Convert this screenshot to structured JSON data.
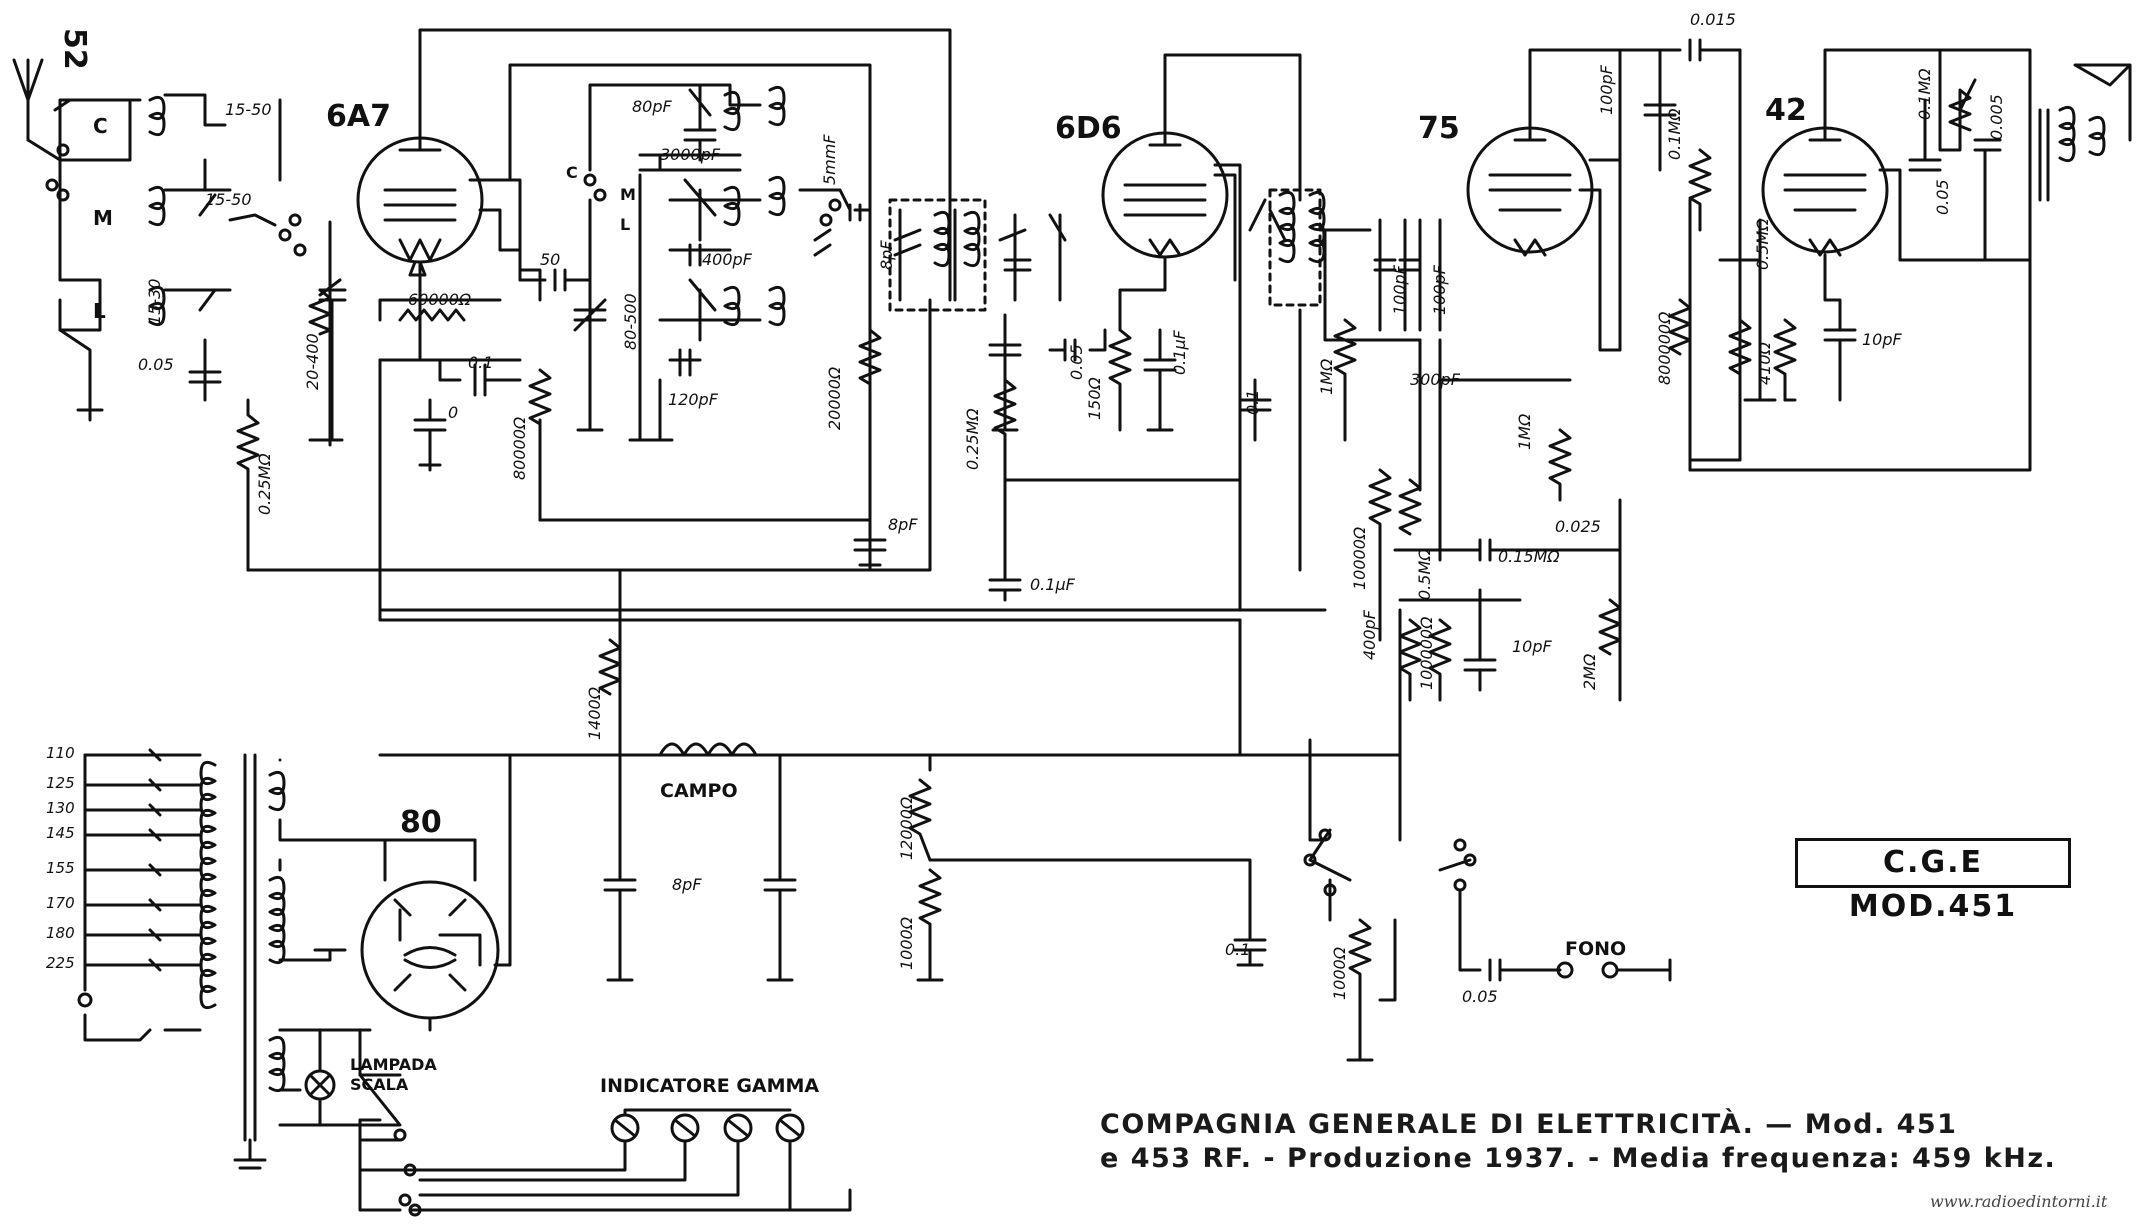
{
  "page_number": "52",
  "tubes": [
    {
      "id": "converter",
      "label": "6A7"
    },
    {
      "id": "if-amp",
      "label": "6D6"
    },
    {
      "id": "detector",
      "label": "75"
    },
    {
      "id": "output",
      "label": "42"
    },
    {
      "id": "rectifier",
      "label": "80"
    }
  ],
  "labels": {
    "campo": "CAMPO",
    "fono": "FONO",
    "lampada_1": "LAMPADA",
    "lampada_2": "SCALA",
    "indicatore": "INDICATORE GAMMA",
    "coil_c": "C",
    "coil_m": "M",
    "coil_l": "L",
    "osc_c": "C",
    "osc_m": "M",
    "osc_l": "L"
  },
  "component_values": {
    "trim_1": "15-50",
    "trim_2": "15-50",
    "trim_3": "15-30",
    "c_005_ant": "0.05",
    "r_025": "0.25MΩ",
    "c_var_1": "20-400",
    "r_60000": "60000Ω",
    "c_01a": "0.1",
    "c_0": "0",
    "r_50": "50",
    "r_80000": "80000Ω",
    "c_80pf": "80pF",
    "c_3000pf": "3000pF",
    "c_400pf": "400pF",
    "c_120pf": "120pF",
    "c_80_500": "80-500",
    "c_5mmf": "5mmF",
    "r_20000": "20000Ω",
    "c_8pf_a": "8pF",
    "c_01pf": "0.1µF",
    "r_025b": "0.25MΩ",
    "c_8pf_b": "8pF",
    "c_005_if": "0.05",
    "r_150": "150Ω",
    "c_01_if": "0.1µF",
    "c_01b": "0.1",
    "r_1mo_a": "1MΩ",
    "c_100pf": "100pF",
    "c_100pf_b": "100pF",
    "c_300pf": "300pF",
    "r_1mo_b": "1MΩ",
    "r_10000": "10000Ω",
    "r_05mo": "0.5MΩ",
    "c_0025": "0.025",
    "r_015mo": "0.15MΩ",
    "c_400pf_b": "400pF",
    "r_100000": "100000Ω",
    "c_10pf_a": "10pF",
    "r_2mo": "2MΩ",
    "c_0015": "0.015",
    "r_01mo": "0.1MΩ",
    "r_05mo_b": "0.5MΩ",
    "r_800000": "800000Ω",
    "c_100pf_c": "100pF",
    "r_410": "410Ω",
    "c_10pf_b": "10pF",
    "r_01mo_b": "0.1MΩ",
    "c_005_out": "0.005",
    "c_005_tone": "0.05",
    "r_1400": "1400Ω",
    "c_8pf_c": "8pF",
    "r_12000": "12000Ω",
    "r_1000": "1000Ω",
    "c_01c": "0.1",
    "r_1000b": "1000Ω",
    "c_005_fono": "0.05"
  },
  "mains_taps": [
    "110",
    "125",
    "130",
    "145",
    "155",
    "170",
    "180",
    "225"
  ],
  "model_box": "C.G.E MOD.451",
  "caption": {
    "line1": "COMPAGNIA GENERALE DI ELETTRICITÀ. — Mod. 451",
    "line2": "e 453 RF. - Produzione 1937. - Media frequenza: 459 kHz."
  },
  "watermark": "www.radioedintorni.it"
}
